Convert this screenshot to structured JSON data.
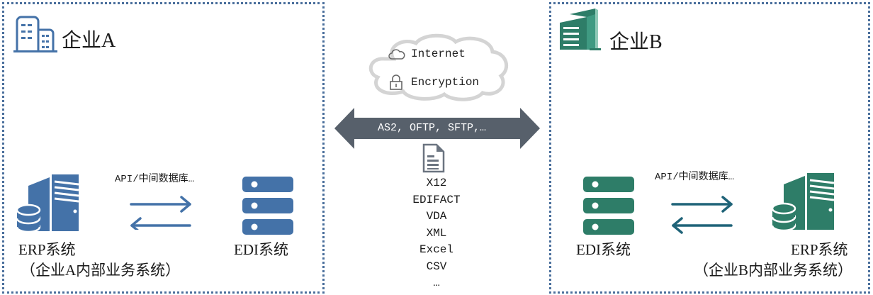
{
  "colors": {
    "blue": "#4472a8",
    "green": "#2e7d68",
    "teal_arrow": "#1f6378",
    "gray_arrow": "#57606b",
    "border": "#4a6f9c"
  },
  "company_a": {
    "title": "企业A",
    "icon": "office-building-icon",
    "link_label": "API/中间数据库…",
    "erp_label": "ERP系统",
    "erp_sublabel": "（企业A内部业务系统）",
    "edi_label": "EDI系统"
  },
  "company_b": {
    "title": "企业B",
    "icon": "skyscraper-icon",
    "link_label": "API/中间数据库…",
    "erp_label": "ERP系统",
    "erp_sublabel": "（企业B内部业务系统）",
    "edi_label": "EDI系统"
  },
  "network": {
    "internet_label": "Internet",
    "encryption_label": "Encryption",
    "protocols_label": "AS2, OFTP, SFTP,…"
  },
  "formats": [
    "X12",
    "EDIFACT",
    "VDA",
    "XML",
    "Excel",
    "CSV",
    "…"
  ]
}
